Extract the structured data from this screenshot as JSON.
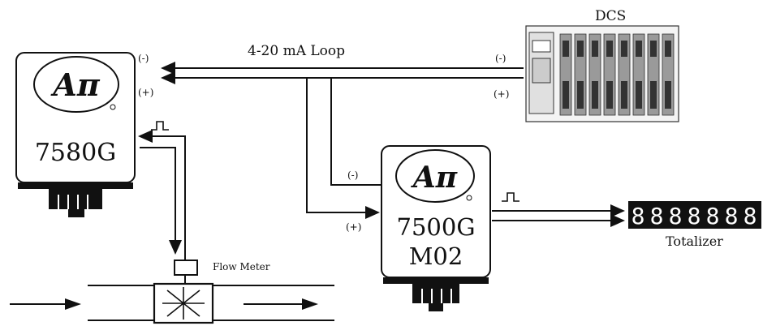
{
  "loop_label": "4-20 mA Loop",
  "dcs": {
    "label": "DCS",
    "neg": "(-)",
    "pos": "(+)"
  },
  "unit_7580": {
    "model": "7580G",
    "logo": "Aπ",
    "neg": "(-)",
    "pos": "(+)"
  },
  "unit_7500": {
    "model_line1": "7500G",
    "model_line2": "M02",
    "logo": "Aπ",
    "neg": "(-)",
    "pos": "(+)"
  },
  "flow_meter": {
    "label": "Flow Meter"
  },
  "totalizer": {
    "label": "Totalizer",
    "digits": [
      "8",
      "8",
      "8",
      "8",
      "8",
      "8",
      "8"
    ]
  },
  "colors": {
    "line": "#111111",
    "body": "#ffffff"
  }
}
